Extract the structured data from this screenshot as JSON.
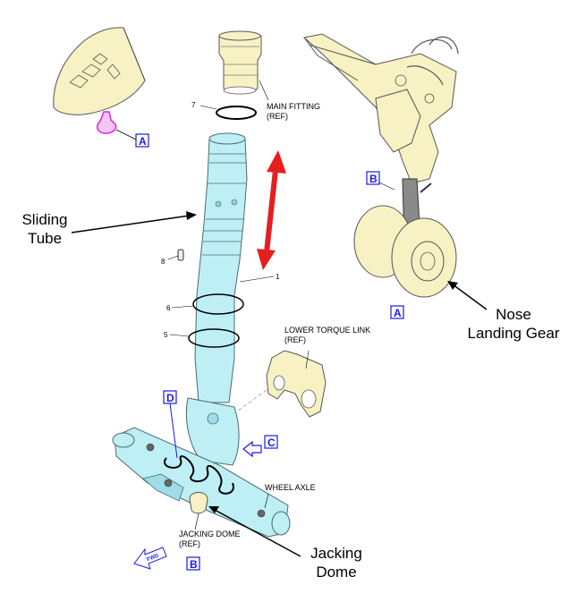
{
  "labels": {
    "main_fitting": [
      "MAIN FITTING",
      "(REF)"
    ],
    "lower_torque_link": [
      "LOWER TORQUE LINK",
      "(REF)"
    ],
    "wheel_axle": "WHEEL AXLE",
    "jacking_dome_ref": [
      "JACKING DOME",
      "(REF)"
    ],
    "sliding_tube": [
      "Sliding",
      "Tube"
    ],
    "nose_landing_gear": [
      "Nose",
      "Landing Gear"
    ],
    "jacking_dome": [
      "Jacking",
      "Dome"
    ],
    "fwd": "FWD"
  },
  "callouts": {
    "a_top": "A",
    "a_right": "A",
    "b_gear": "B",
    "b_bottom": "B",
    "c": "C",
    "d": "D"
  },
  "item_numbers": {
    "seven": "7",
    "eight": "8",
    "one": "1",
    "six": "6",
    "five": "5"
  },
  "colors": {
    "tube": "#bdeff5",
    "part_yellow": "#f7f1c4",
    "callout_blue": "#1a1ae6",
    "arrow_red": "#e61e1e",
    "magenta": "#e020e0"
  }
}
